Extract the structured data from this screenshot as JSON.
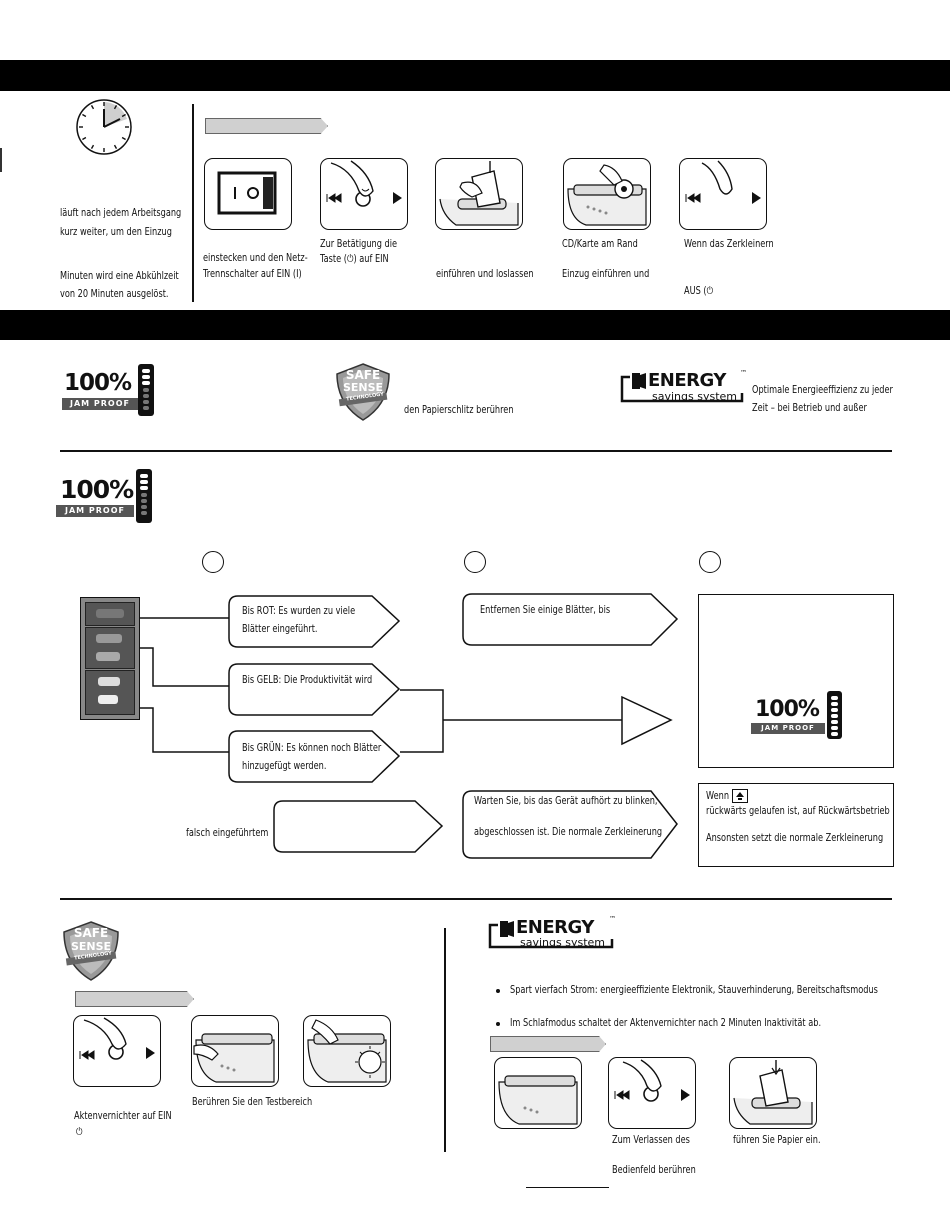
{
  "bars": {
    "top": "",
    "middle": ""
  },
  "ops": {
    "pill_label": "",
    "clock_caption": [
      "läuft nach jedem Arbeitsgang",
      "kurz weiter, um den Einzug",
      "Minuten wird eine Abkühlzeit",
      "von 20 Minuten ausgelöst."
    ],
    "step1": [
      "einstecken und den Netz-",
      "Trennschalter auf EIN (I)"
    ],
    "step2": [
      "Zur Betätigung die",
      "Taste (⏻) auf EIN"
    ],
    "step3": [
      "einführen und loslassen"
    ],
    "step4": [
      "CD/Karte am Rand",
      "Einzug einführen und"
    ],
    "step5": [
      "Wenn das Zerkleinern",
      "AUS (⏻"
    ]
  },
  "features": {
    "jam_proof_logo": {
      "big": "100%",
      "small": "JAM PROOF"
    },
    "safe_sense_logo": {
      "l1": "SAFE",
      "l2": "SENSE",
      "l3": "TECHNOLOGY"
    },
    "safe_sense_text": "den Papierschlitz berühren",
    "energy_logo": {
      "big": "ENERGY",
      "tm": "™",
      "small": "savings system"
    },
    "energy_text": [
      "Optimale Energieeffizienz zu jeder",
      "Zeit – bei Betrieb und außer"
    ]
  },
  "jam": {
    "box_red": [
      "Bis ROT: Es wurden zu viele",
      "Blätter eingeführt."
    ],
    "box_yellow": [
      "Bis GELB: Die Produktivität wird"
    ],
    "box_green": [
      "Bis GRÜN: Es können noch Blätter",
      "hinzugefügt werden."
    ],
    "box_remove": [
      "Entfernen Sie einige Blätter, bis"
    ],
    "wrong_label": "falsch eingeführtem",
    "box_wait": [
      "Warten Sie, bis das Gerät aufhört zu blinken,",
      "abgeschlossen ist. Die normale Zerkleinerung"
    ],
    "note": [
      "Wenn",
      "rückwärts gelaufen ist, auf Rückwärtsbetrieb",
      "Ansonsten setzt die normale Zerkleinerung"
    ]
  },
  "safe": {
    "caption_mid": "Berühren Sie den Testbereich",
    "caption_left": [
      "Aktenvernichter auf EIN",
      "⏻"
    ]
  },
  "energy": {
    "bullet1": "Spart vierfach Strom: energieeffiziente Elektronik, Stauverhinderung, Bereitschaftsmodus",
    "bullet2": "Im Schlafmodus schaltet der Aktenvernichter nach 2 Minuten Inaktivität ab.",
    "caption_mid": [
      "Zum Verlassen des",
      "Bedienfeld berühren"
    ],
    "caption_right": "führen Sie Papier ein."
  }
}
